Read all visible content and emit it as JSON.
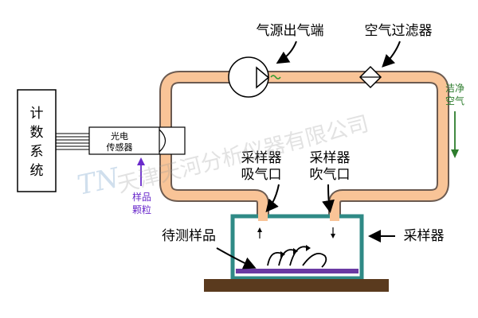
{
  "labels": {
    "counting_system": [
      "计",
      "数",
      "系",
      "统"
    ],
    "sensor": [
      "光电",
      "传感器"
    ],
    "air_source_outlet": "气源出气端",
    "air_filter": "空气过滤器",
    "clean_air": [
      "洁净",
      "空气"
    ],
    "sampler_intake": [
      "采样器",
      "吸气口"
    ],
    "sampler_blow": [
      "采样器",
      "吹气口"
    ],
    "sample_particles": [
      "样品",
      "颗粒"
    ],
    "sample_under_test": "待测样品",
    "sampler": "采样器"
  },
  "watermark": {
    "logo": "TN",
    "text": "天津天河分析仪器有限公司"
  },
  "colors": {
    "tube_fill": "#F9C497",
    "tube_edge": "#6b5a50",
    "sampler_box": "#2F8A86",
    "sample_layer": "#6A3AA3",
    "base": "#5A3A1E",
    "clean_air_text": "#2E7D2E",
    "particles_text": "#6A2ACB",
    "pump_wave": "#2E9A2E"
  }
}
